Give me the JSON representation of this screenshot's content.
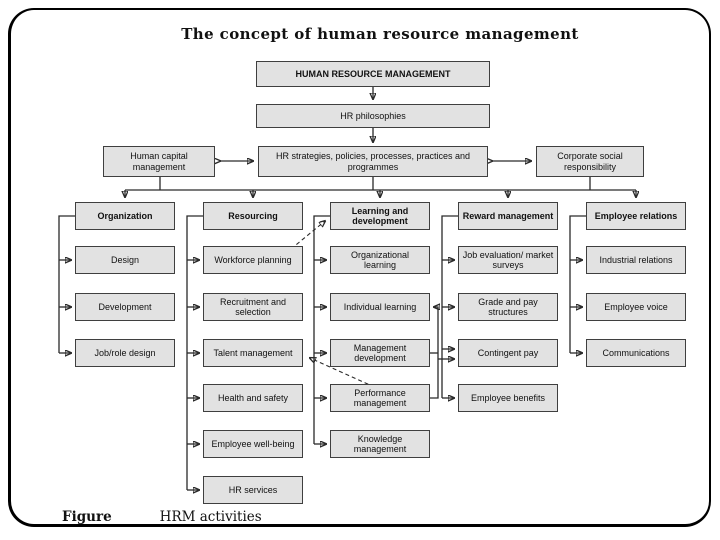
{
  "slide": {
    "title": "The concept of human resource management",
    "figure_label": "Figure",
    "figure_caption": "HRM activities"
  },
  "diagram": {
    "nodes": {
      "root": "HUMAN RESOURCE MANAGEMENT",
      "philosophies": "HR philosophies",
      "human_capital": "Human capital management",
      "strategies": "HR strategies, policies, processes, practices and programmes",
      "csr": "Corporate social responsibility"
    },
    "columns": [
      {
        "header": "Organization",
        "items": [
          "Design",
          "Development",
          "Job/role design"
        ]
      },
      {
        "header": "Resourcing",
        "items": [
          "Workforce planning",
          "Recruitment and selection",
          "Talent management",
          "Health and safety",
          "Employee well-being",
          "HR services"
        ]
      },
      {
        "header": "Learning and development",
        "items": [
          "Organizational learning",
          "Individual learning",
          "Management development",
          "Performance management",
          "Knowledge management"
        ]
      },
      {
        "header": "Reward management",
        "items": [
          "Job evaluation/ market surveys",
          "Grade and pay structures",
          "Contingent pay",
          "Employee benefits"
        ]
      },
      {
        "header": "Employee relations",
        "items": [
          "Industrial relations",
          "Employee voice",
          "Communications"
        ]
      }
    ],
    "colors": {
      "box_fill": "#e2e2e2",
      "box_border": "#3f3f3f",
      "line_color": "#2a2a2a"
    }
  }
}
